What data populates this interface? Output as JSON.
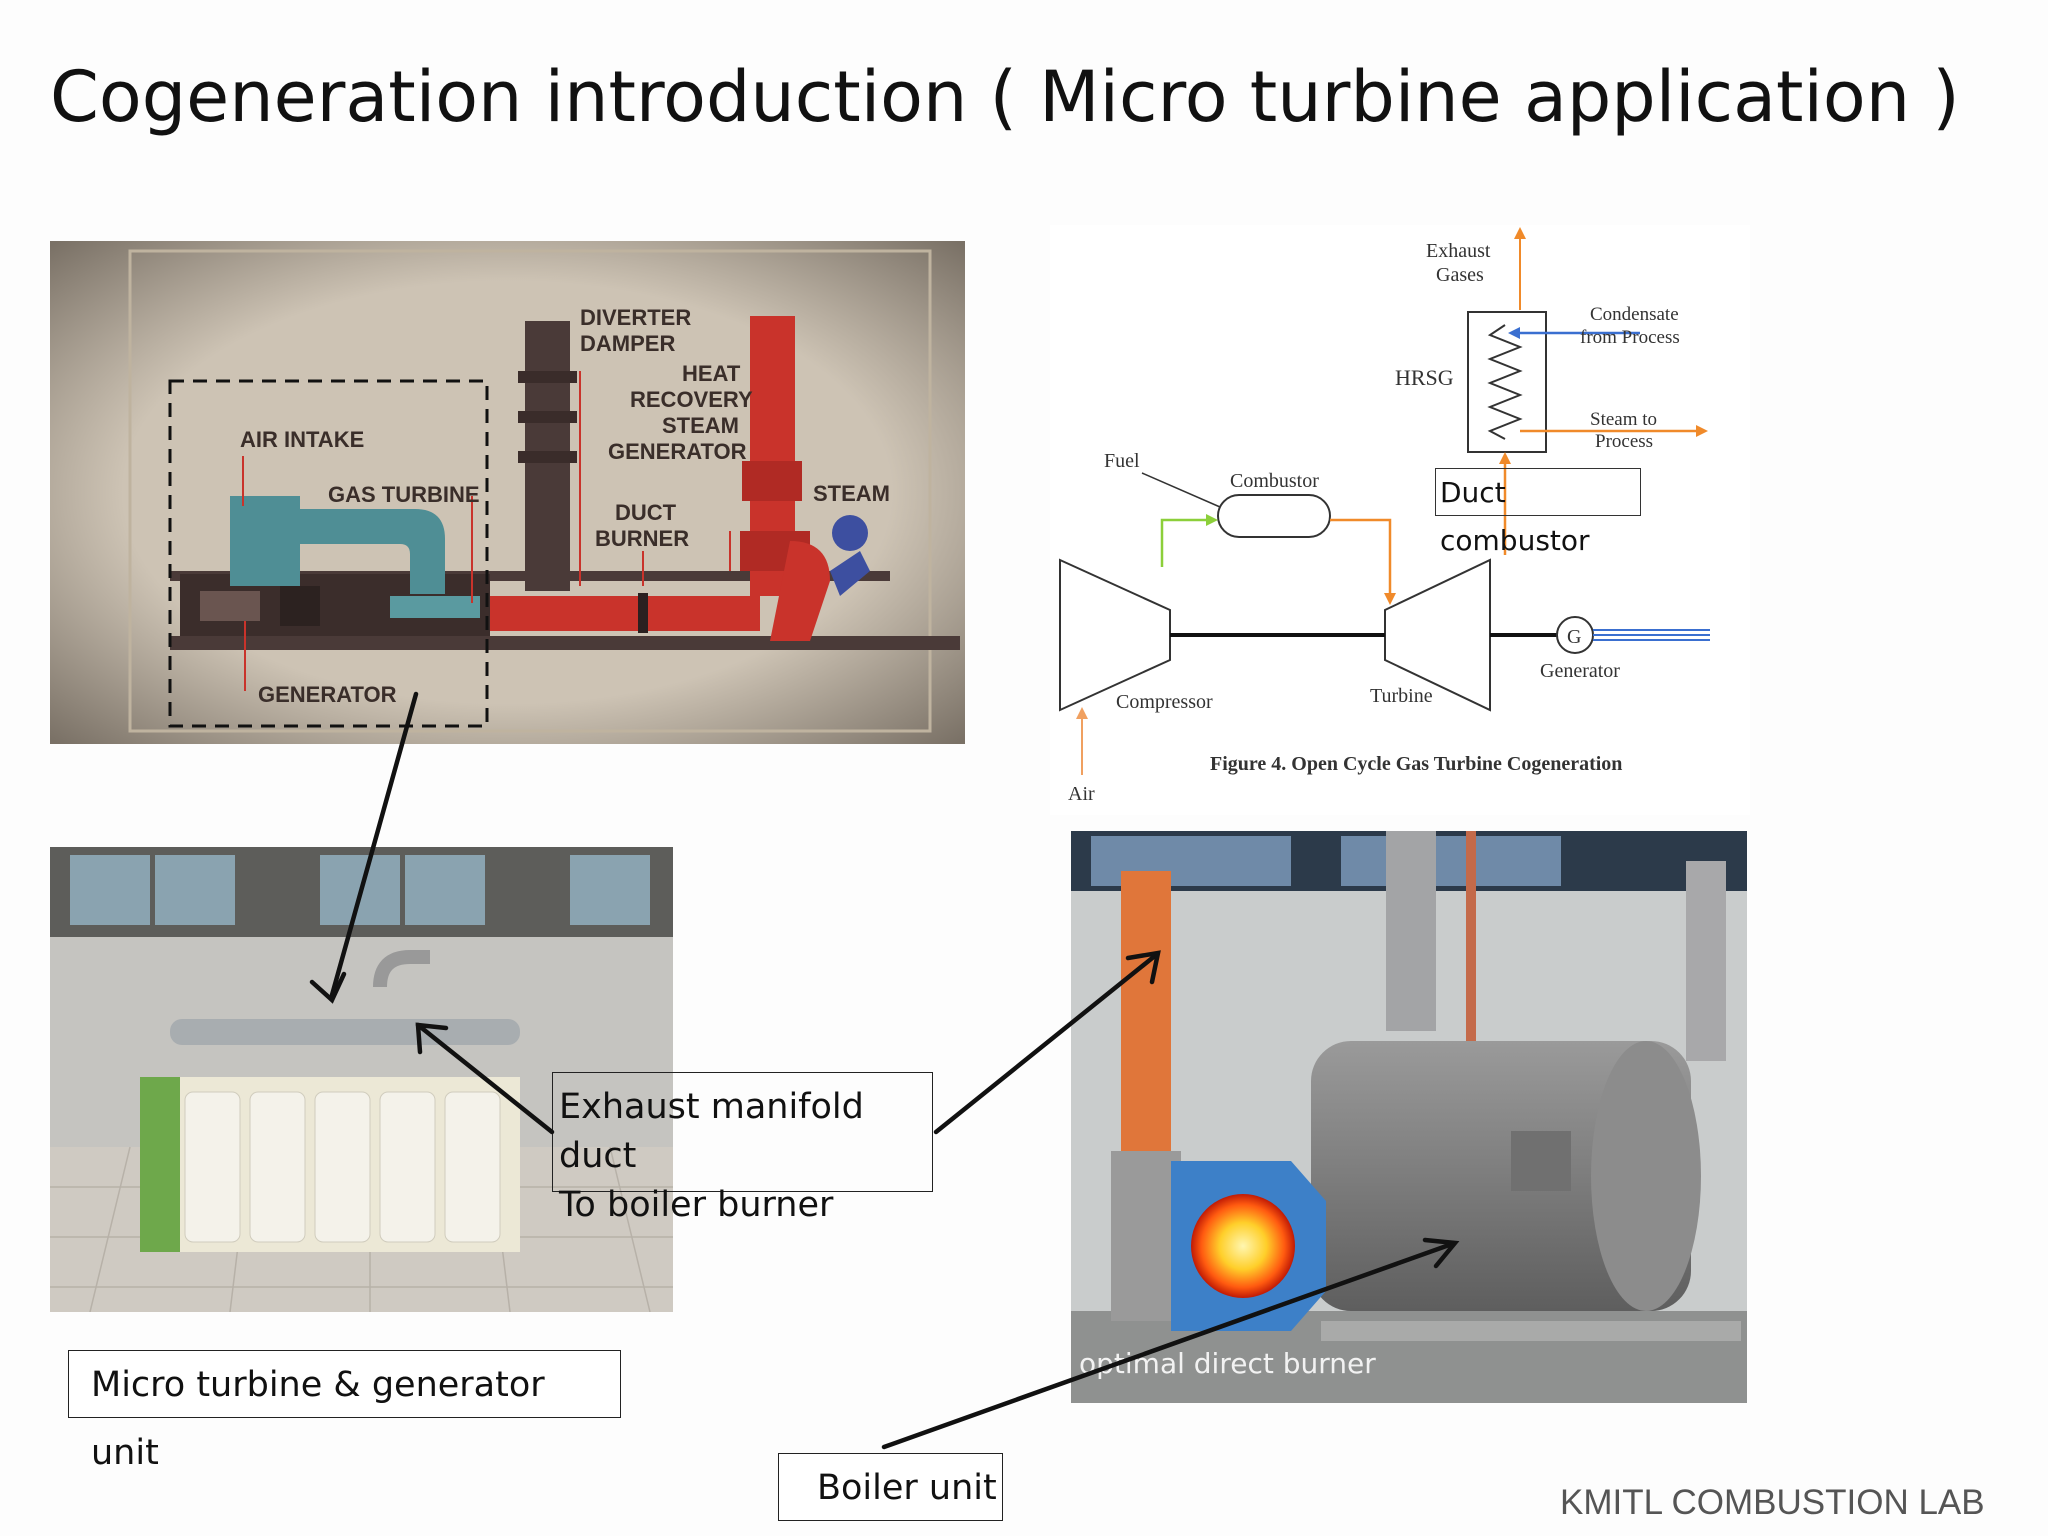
{
  "slide": {
    "title": "Cogeneration introduction ( Micro turbine application )",
    "footer": "KMITL COMBUSTION LAB"
  },
  "top_diagram": {
    "labels": {
      "air_intake": "AIR INTAKE",
      "gas_turbine": "GAS TURBINE",
      "generator": "GENERATOR",
      "diverter_damper": [
        "DIVERTER",
        "DAMPER"
      ],
      "hrsg": [
        "HEAT",
        "RECOVERY",
        "STEAM",
        "GENERATOR"
      ],
      "duct_burner": [
        "DUCT",
        "BURNER"
      ],
      "steam": "STEAM"
    }
  },
  "cycle_diagram": {
    "labels": {
      "exhaust_gases": [
        "Exhaust",
        "Gases"
      ],
      "condensate": [
        "Condensate",
        "from Process"
      ],
      "hrsg": "HRSG",
      "steam_to_process": [
        "Steam to",
        "Process"
      ],
      "fuel": "Fuel",
      "combustor": "Combustor",
      "generator_symbol": "G",
      "generator": "Generator",
      "compressor": "Compressor",
      "turbine": "Turbine",
      "air": "Air",
      "caption": "Figure 4.  Open Cycle Gas Turbine Cogeneration"
    }
  },
  "callouts": {
    "duct_combustor": "Duct combustor",
    "exhaust_line1": "Exhaust manifold duct",
    "exhaust_line2": "To boiler burner",
    "micro_turbine_unit": "Micro turbine & generator unit",
    "boiler_unit": "Boiler unit"
  },
  "boiler_photo": {
    "caption": "optimal direct burner"
  },
  "colors": {
    "turbine_teal": "#4f8e95",
    "hrsg_red": "#c9332b",
    "dark_stack": "#4a3a38",
    "flow_orange": "#f08a2a",
    "flow_blue": "#3a6fd0",
    "flow_green": "#8ccf3a"
  }
}
